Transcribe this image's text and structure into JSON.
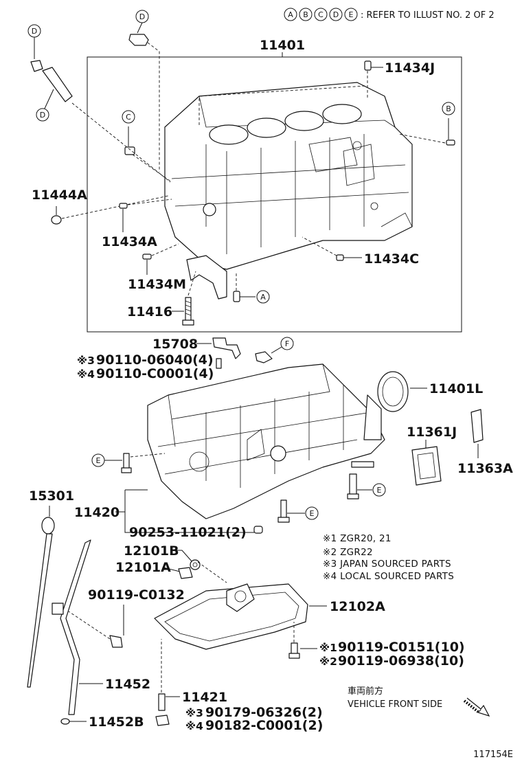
{
  "header": {
    "ref_letters": [
      "A",
      "B",
      "C",
      "D",
      "E"
    ],
    "ref_text": ": REFER TO ILLUST NO. 2 OF 2"
  },
  "parts": {
    "p11401": "11401",
    "p11434J": "11434J",
    "p11444A": "11444A",
    "p11434A": "11434A",
    "p11434M": "11434M",
    "p11434C": "11434C",
    "p11416": "11416",
    "p15708": "15708",
    "p90110_06040": "90110-06040(4)",
    "p90110_C0001": "90110-C0001(4)",
    "p11401L": "11401L",
    "p11361J": "11361J",
    "p11363A": "11363A",
    "p15301": "15301",
    "p11420": "11420",
    "p90253": "90253-11021(2)",
    "p12101B": "12101B",
    "p12101A": "12101A",
    "p90119_C0132": "90119-C0132",
    "p12102A": "12102A",
    "p90119_C0151": "90119-C0151(10)",
    "p90119_06938": "90119-06938(10)",
    "p11452": "11452",
    "p11421": "11421",
    "p90179": "90179-06326(2)",
    "p90182": "90182-C0001(2)",
    "p11452B": "11452B"
  },
  "marks": {
    "m3": "※3",
    "m4": "※4",
    "m1": "※1",
    "m2": "※2"
  },
  "callouts": {
    "A": "A",
    "B": "B",
    "C": "C",
    "D": "D",
    "E": "E",
    "F": "F"
  },
  "notes": {
    "n1": "※1 ZGR20, 21",
    "n2": "※2 ZGR22",
    "n3": "※3 JAPAN SOURCED PARTS",
    "n4": "※4 LOCAL SOURCED PARTS"
  },
  "front": {
    "jp": "車両前方",
    "en": "VEHICLE FRONT SIDE"
  },
  "footer": {
    "illust_no": "117154E"
  }
}
